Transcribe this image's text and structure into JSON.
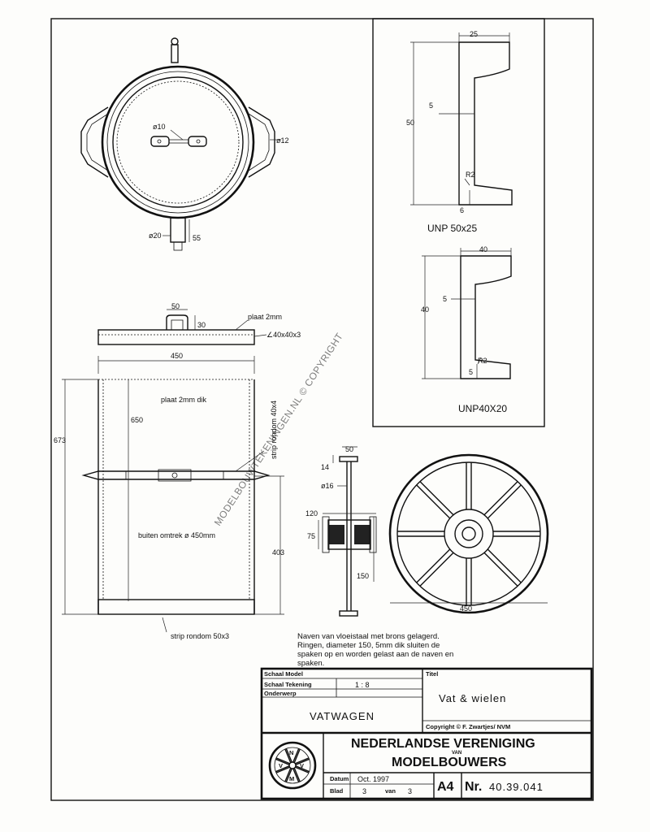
{
  "top_view": {
    "hole_label": "ø10",
    "handle_label": "ø12",
    "bung_dia_label": "ø20",
    "bung_height_label": "55"
  },
  "lid_view": {
    "handle_width_label": "50",
    "handle_height_label": "30",
    "plate_label": "plaat 2mm",
    "angle_label": "∠40x40x3"
  },
  "barrel_view": {
    "width_label": "450",
    "height_label": "673",
    "inner_height_label": "650",
    "lower_height_label": "403",
    "plate_label": "plaat 2mm dik",
    "strip_top_label": "strip rondom 40x4",
    "outer_label": "buiten omtrek ø 450mm",
    "strip_bottom_label": "strip rondom 50x3"
  },
  "profiles": {
    "unp50": {
      "width_label": "25",
      "height_label": "50",
      "web_label": "5",
      "radius_label": "R2",
      "flange_label": "6",
      "caption": "UNP 50x25"
    },
    "unp40": {
      "width_label": "40",
      "height_label": "40",
      "web_label": "5",
      "radius_label": "R2",
      "flange_label": "5",
      "caption": "UNP40X20"
    }
  },
  "axle_view": {
    "top_width_label": "50",
    "collar_label": "14",
    "shaft_label": "ø16",
    "hub_width_label": "120",
    "hub_height_label": "75",
    "ring_label": "150"
  },
  "wheel_view": {
    "diameter_label": "450"
  },
  "note": {
    "line1": "Naven van vloeistaal met brons gelagerd.",
    "line2": "Ringen, diameter 150, 5mm dik sluiten de",
    "line3": "spaken op en worden gelast aan de naven en",
    "line4": "spaken."
  },
  "watermark": "MODELBOUWTEKENINGEN.NL © COPYRIGHT",
  "title_block": {
    "schaal_model_label": "Schaal Model",
    "schaal_tekening_label": "Schaal Tekening",
    "schaal_tekening_value": "1 : 8",
    "onderwerp_label": "Onderwerp",
    "onderwerp_value": "VATWAGEN",
    "titel_label": "Titel",
    "titel_value": "Vat & wielen",
    "copyright": "Copyright  © F. Zwartjes/ NVM",
    "org_line1": "NEDERLANDSE VERENIGING",
    "org_line2": "VAN",
    "org_line3": "MODELBOUWERS",
    "logo_letters": [
      "N",
      "V",
      "V",
      "M"
    ],
    "datum_label": "Datum",
    "datum_value": "Oct. 1997",
    "blad_label": "Blad",
    "blad_value": "3",
    "van_label": "van",
    "van_value": "3",
    "format": "A4",
    "nr_label": "Nr.",
    "nr_value": "40.39.041"
  }
}
